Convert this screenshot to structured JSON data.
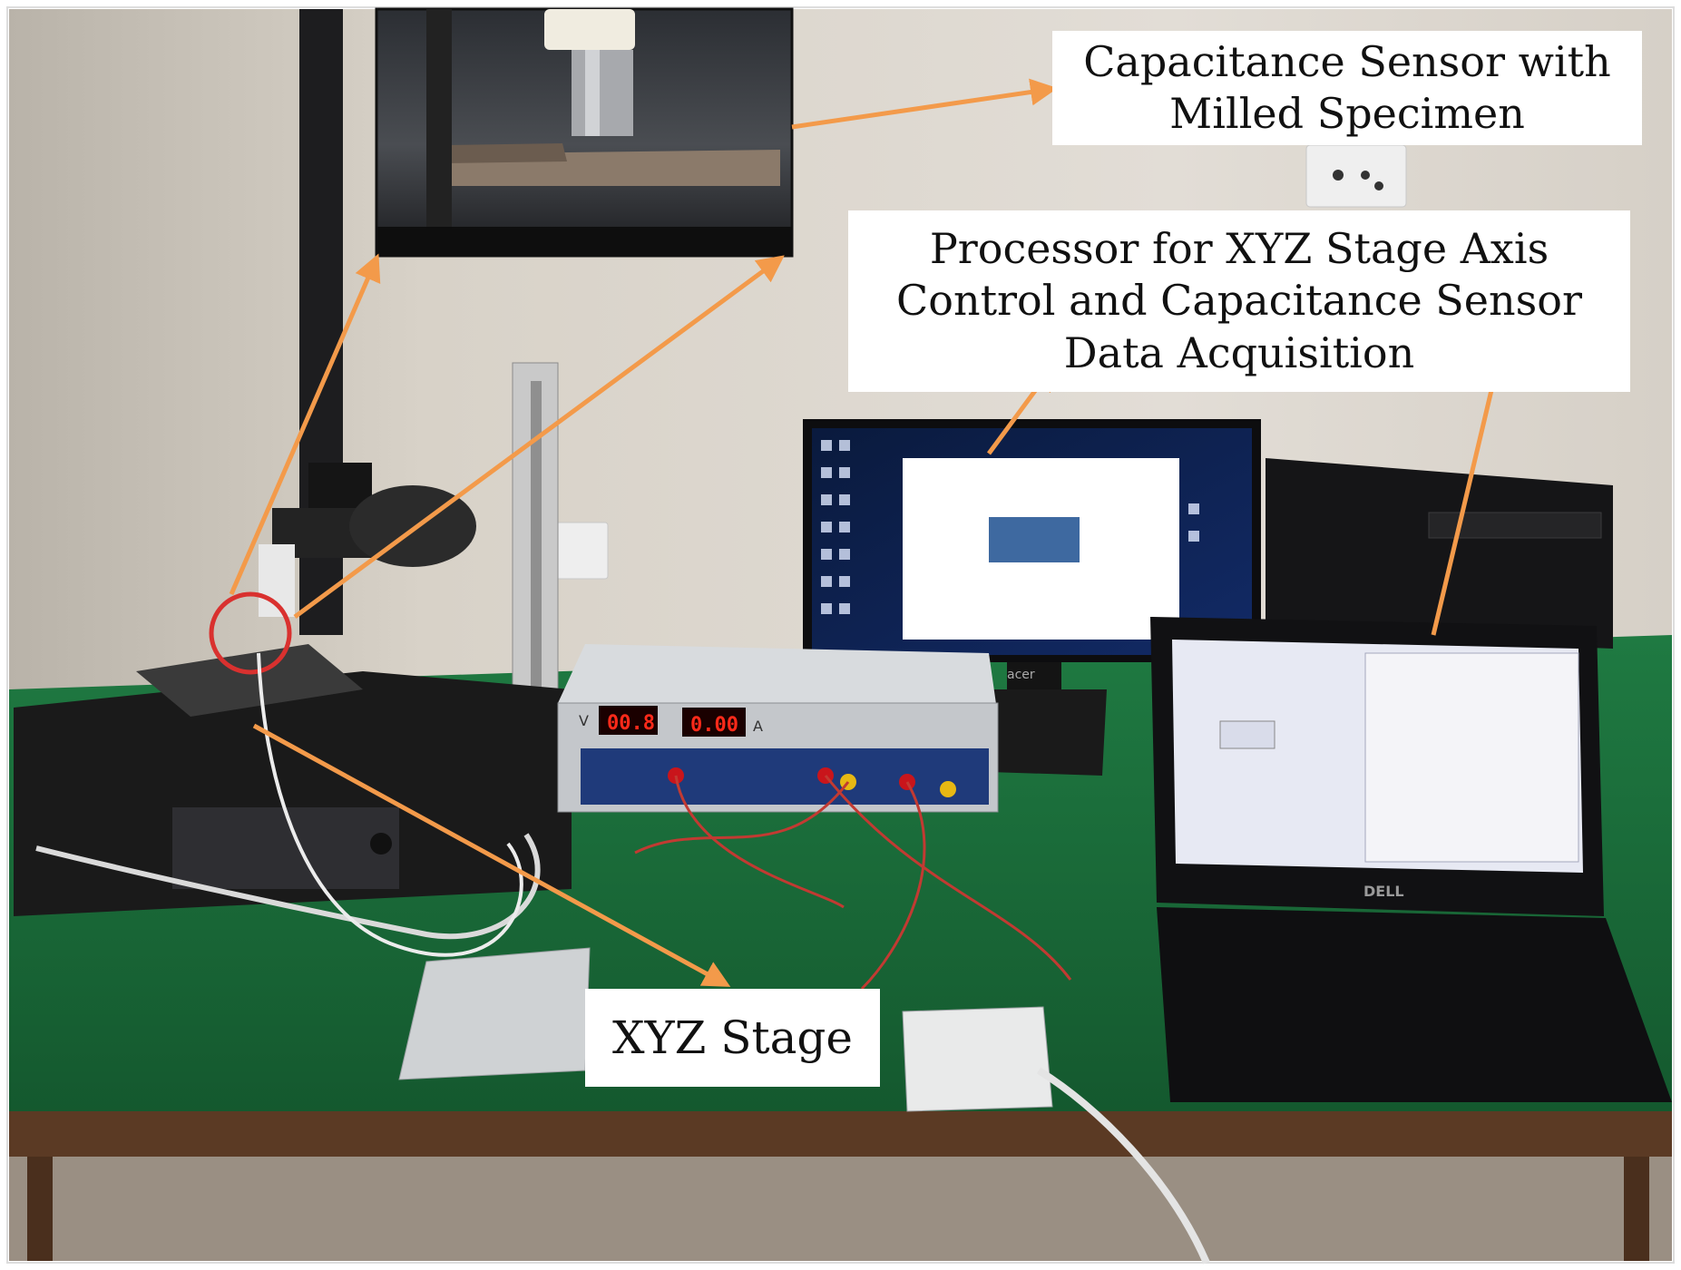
{
  "figure": {
    "callouts": {
      "sensor": {
        "lines": [
          "Capacitance Sensor with",
          "Milled Specimen"
        ]
      },
      "processor": {
        "lines": [
          "Processor for XYZ Stage Axis",
          "Control and Capacitance Sensor",
          "Data Acquisition"
        ]
      },
      "stage": {
        "lines": [
          "XYZ Stage"
        ]
      }
    },
    "power_supply_display": {
      "voltage": "00.8",
      "current": "0.00",
      "volt_unit": "V",
      "amp_unit": "A"
    },
    "laptop_brand": "DELL",
    "monitor_brand": "acer",
    "colors": {
      "arrow": "#f39a4a",
      "table_green": "#1d6b3a",
      "wall": "#d9d4cc",
      "led_red": "#ff2a1a",
      "highlight_circle": "#d9312f"
    }
  }
}
